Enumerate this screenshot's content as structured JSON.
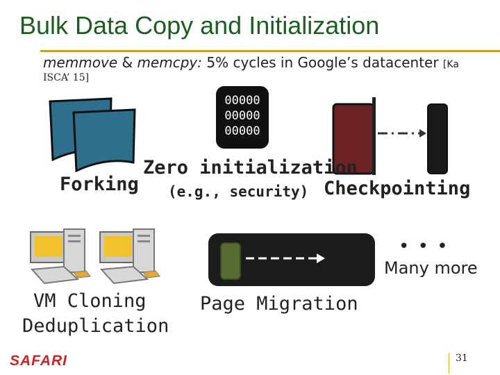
{
  "slide": {
    "title": "Bulk Data Copy and Initialization",
    "subtitle": {
      "func1": "memmove",
      "amp": " & ",
      "func2": "memcpy:",
      "text": " 5% cycles in Google’s datacenter ",
      "ref": "[Ka",
      "ref_cont": "ISCA’ 15]"
    },
    "zero_bits": [
      "00000",
      "00000",
      "00000"
    ],
    "labels": {
      "forking": "Forking",
      "zero_init": "Zero initialization",
      "zero_init_sub": "(e.g., security)",
      "checkpointing": "Checkpointing",
      "vm_cloning": "VM Cloning",
      "deduplication": "Deduplication",
      "page_migration": "Page Migration",
      "ellipsis": "• • •",
      "many_more": "Many more"
    },
    "footer": {
      "brand": "SAFARI",
      "page_number": "31"
    }
  },
  "colors": {
    "title": "#1b5e20",
    "rule": "#c8a02a",
    "brand": "#c62828",
    "page_blue": "#2e6f8e",
    "checkpoint_red": "#6d2323",
    "migration_green": "#556b2f"
  },
  "icons": [
    "page-stack-icon",
    "checkpoint-icon",
    "computer-icon",
    "migration-icon"
  ]
}
